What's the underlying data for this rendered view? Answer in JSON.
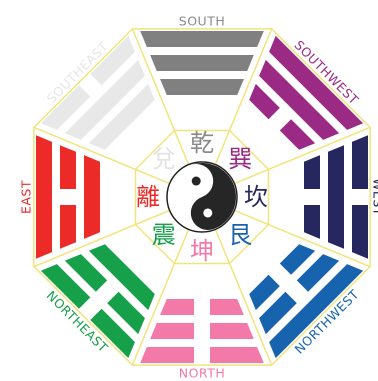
{
  "diagram": {
    "center_symbol": "yin-yang-icon",
    "outline_color": "#f2e47a",
    "segments": [
      {
        "direction": "SOUTH",
        "trigram": "乾",
        "lines": [
          1,
          1,
          1
        ],
        "color": "#808080",
        "label_color": "#8a8a8a",
        "char_color": "#8a8a8a"
      },
      {
        "direction": "SOUTHWEST",
        "trigram": "巽",
        "lines": [
          1,
          1,
          0
        ],
        "color": "#9b2a85",
        "label_color": "#9b2a85",
        "char_color": "#9b2a85"
      },
      {
        "direction": "WEST",
        "trigram": "坎",
        "lines": [
          0,
          1,
          0
        ],
        "color": "#26275e",
        "label_color": "#26275e",
        "char_color": "#26275e"
      },
      {
        "direction": "NORTHWEST",
        "trigram": "艮",
        "lines": [
          1,
          0,
          0
        ],
        "color": "#1763ae",
        "label_color": "#1763ae",
        "char_color": "#1763ae"
      },
      {
        "direction": "NORTH",
        "trigram": "坤",
        "lines": [
          0,
          0,
          0
        ],
        "color": "#f37aa8",
        "label_color": "#f37aa8",
        "char_color": "#f37aa8"
      },
      {
        "direction": "NORTHEAST",
        "trigram": "震",
        "lines": [
          0,
          0,
          1
        ],
        "color": "#16a04a",
        "label_color": "#16a04a",
        "char_color": "#16a04a"
      },
      {
        "direction": "EAST",
        "trigram": "離",
        "lines": [
          1,
          0,
          1
        ],
        "color": "#ec2b28",
        "label_color": "#ec2b28",
        "char_color": "#ec2b28"
      },
      {
        "direction": "SOUTHEAST",
        "trigram": "兌",
        "lines": [
          0,
          1,
          1
        ],
        "color": "#e8e8e8",
        "label_color": "#e6e6e6",
        "char_color": "#e3e3e3"
      }
    ]
  }
}
